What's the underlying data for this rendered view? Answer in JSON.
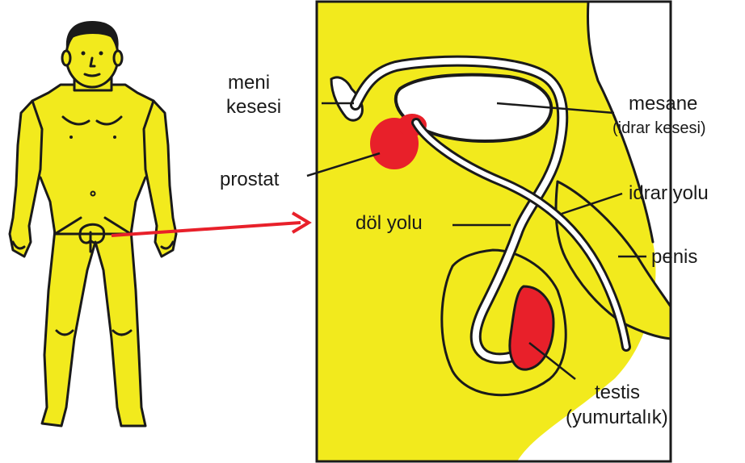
{
  "labels": {
    "meni_kesesi_line1": "meni",
    "meni_kesesi_line2": "kesesi",
    "prostat": "prostat",
    "dol_yolu": "döl yolu",
    "mesane": "mesane",
    "idrar_kesesi": "(idrar kesesi)",
    "idrar_yolu": "idrar yolu",
    "penis": "penis",
    "testis": "testis",
    "yumurtalik": "(yumurtalık)"
  },
  "colors": {
    "body_yellow": "#f2ea1d",
    "organ_red": "#e8202a",
    "arrow_red": "#e8202a",
    "outline": "#1a1a1a",
    "background": "#ffffff"
  }
}
